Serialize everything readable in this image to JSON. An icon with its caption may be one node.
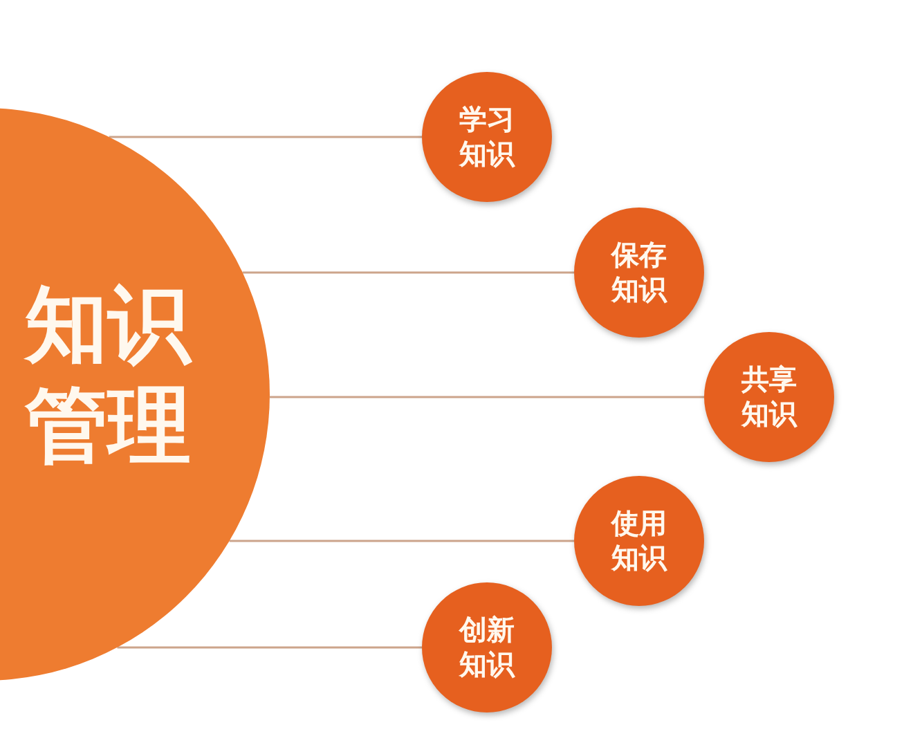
{
  "diagram": {
    "nodes": [
      {
        "text": [
          "知识管理"
        ]
      },
      {
        "text": [
          "学习知识"
        ]
      },
      {
        "text": [
          "保存知识"
        ]
      },
      {
        "text": [
          "共享知识"
        ]
      },
      {
        "text": [
          "使用知识"
        ]
      },
      {
        "text": [
          "创新知识"
        ]
      }
    ],
    "edges": [
      {
        "from": 0,
        "to": 1,
        "arrow": "none"
      },
      {
        "from": 0,
        "to": 2,
        "arrow": "none"
      },
      {
        "from": 0,
        "to": 3,
        "arrow": "none"
      },
      {
        "from": 0,
        "to": 4,
        "arrow": "none"
      },
      {
        "from": 0,
        "to": 5,
        "arrow": "none"
      }
    ]
  }
}
